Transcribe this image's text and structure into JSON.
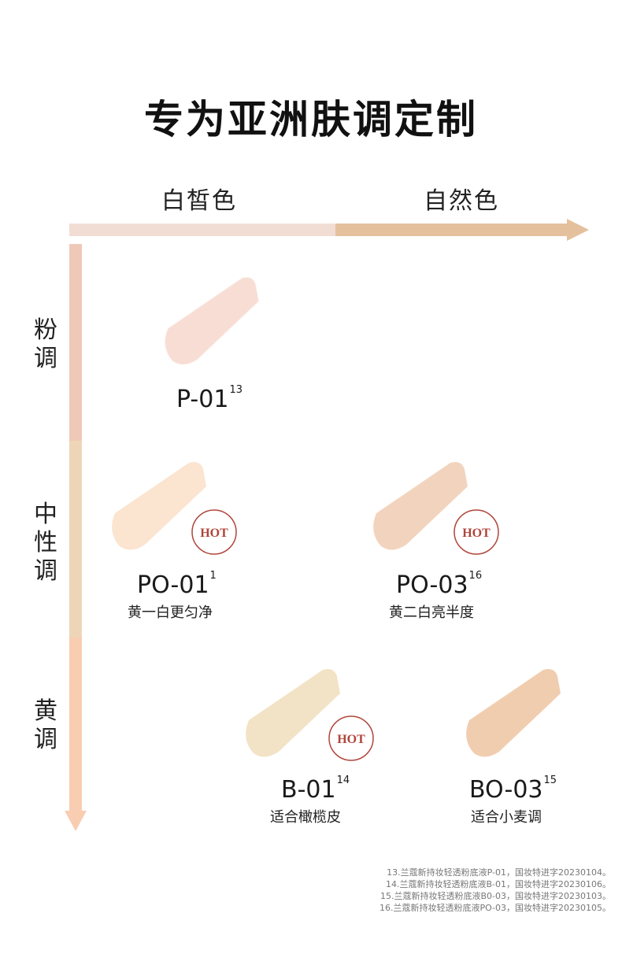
{
  "title": "专为亚洲肤调定制",
  "x_axis": {
    "left_label": "白皙色",
    "right_label": "自然色"
  },
  "y_axis": {
    "labels": [
      "粉调",
      "中性调",
      "黄调"
    ]
  },
  "products": [
    {
      "code": "P-01",
      "note_ref": "13",
      "desc": "",
      "hot": false,
      "color": "#f7ddd3"
    },
    {
      "code": "PO-01",
      "note_ref": "1",
      "desc": "黄一白更匀净",
      "hot": true,
      "color": "#fbe4d0"
    },
    {
      "code": "PO-03",
      "note_ref": "16",
      "desc": "黄二白亮半度",
      "hot": true,
      "color": "#f2d4be"
    },
    {
      "code": "B-01",
      "note_ref": "14",
      "desc": "适合橄榄皮",
      "hot": true,
      "color": "#f3e3c6"
    },
    {
      "code": "BO-03",
      "note_ref": "15",
      "desc": "适合小麦调",
      "hot": false,
      "color": "#f1cdb0"
    }
  ],
  "hot_label": "HOT",
  "colors": {
    "hot_red": "#b0453a",
    "axis_light": "#f2ddd5",
    "axis_dark": "#e5c09d"
  },
  "footnotes": [
    "13.兰蔻新持妆轻透粉底液P-01，国妆特进字20230104。",
    "14.兰蔻新持妆轻透粉底液B-01，国妆特进字20230106。",
    "15.兰蔻新持妆轻透粉底液B0-03，国妆特进字20230103。",
    "16.兰蔻新持妆轻透粉底液PO-03，国妆特进字20230105。"
  ]
}
